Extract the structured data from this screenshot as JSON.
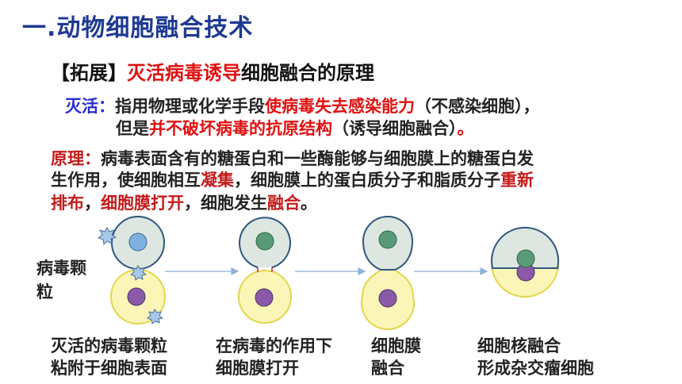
{
  "title": "一.动物细胞融合技术",
  "subtitle": {
    "bracket": "【拓展】",
    "highlight": "灭活病毒诱导",
    "rest": "细胞融合的原理"
  },
  "inactivation": {
    "label": "灭活：",
    "line1_a": "指用物理或化学手段",
    "line1_red": "使病毒失去感染能力",
    "line1_b": "（不感染细胞），",
    "line2_a": "但是",
    "line2_red": "并不破坏病毒的抗原结构",
    "line2_b": "（诱导细胞融合）",
    "line2_end": "。"
  },
  "principle": {
    "label": "原理：",
    "line1": "病毒表面含有的糖蛋白和一些酶能够与细胞膜上的糖蛋白发",
    "line2_a": "生作用，使细胞相互",
    "line2_red": "凝集",
    "line2_b": "，细胞膜上的蛋白质分子和脂质分子",
    "line2_red2": "重新",
    "line3_red": "排布",
    "line3_a": "，",
    "line3_red2": "细胞膜打开",
    "line3_b": "，细胞发生",
    "line3_red3": "融合",
    "line3_c": "。"
  },
  "diagram": {
    "virus_label_line1": "病毒颗",
    "virus_label_line2": "粒",
    "captions": [
      {
        "line1": "灭活的病毒颗粒",
        "line2": "粘附于细胞表面"
      },
      {
        "line1": "在病毒的作用下",
        "line2": "细胞膜打开"
      },
      {
        "line1": "细胞膜",
        "line2": "融合"
      },
      {
        "line1": "细胞核融合",
        "line2": "形成杂交瘤细胞"
      }
    ]
  },
  "colors": {
    "title": "#1f3a93",
    "highlight": "#e01010",
    "upper_cell": "#dde6e0",
    "lower_cell": "#fbf6b8",
    "nucleus_blue": "#7fb0e0",
    "nucleus_green": "#5a9a78",
    "nucleus_purple": "#8a5aa8"
  }
}
